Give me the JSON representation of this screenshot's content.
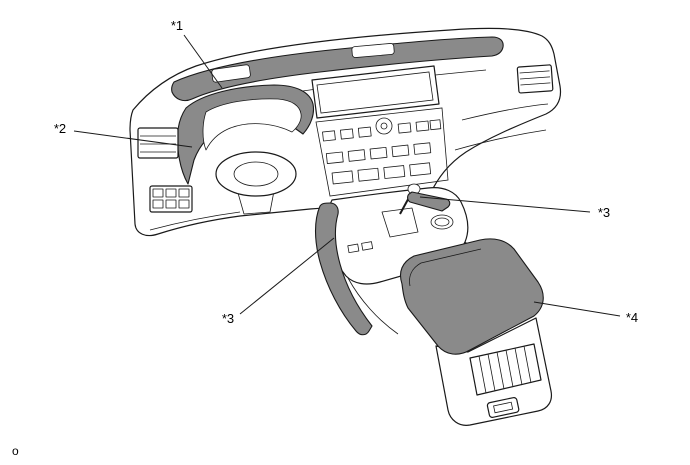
{
  "page": {
    "marker": "o"
  },
  "diagram": {
    "colors": {
      "highlight_fill": "#8a8a8a",
      "outline": "#1a1a1a",
      "background": "#ffffff"
    },
    "callouts": [
      {
        "label": "*1"
      },
      {
        "label": "*2"
      },
      {
        "label": "*3"
      },
      {
        "label": "*3"
      },
      {
        "label": "*4"
      }
    ]
  }
}
